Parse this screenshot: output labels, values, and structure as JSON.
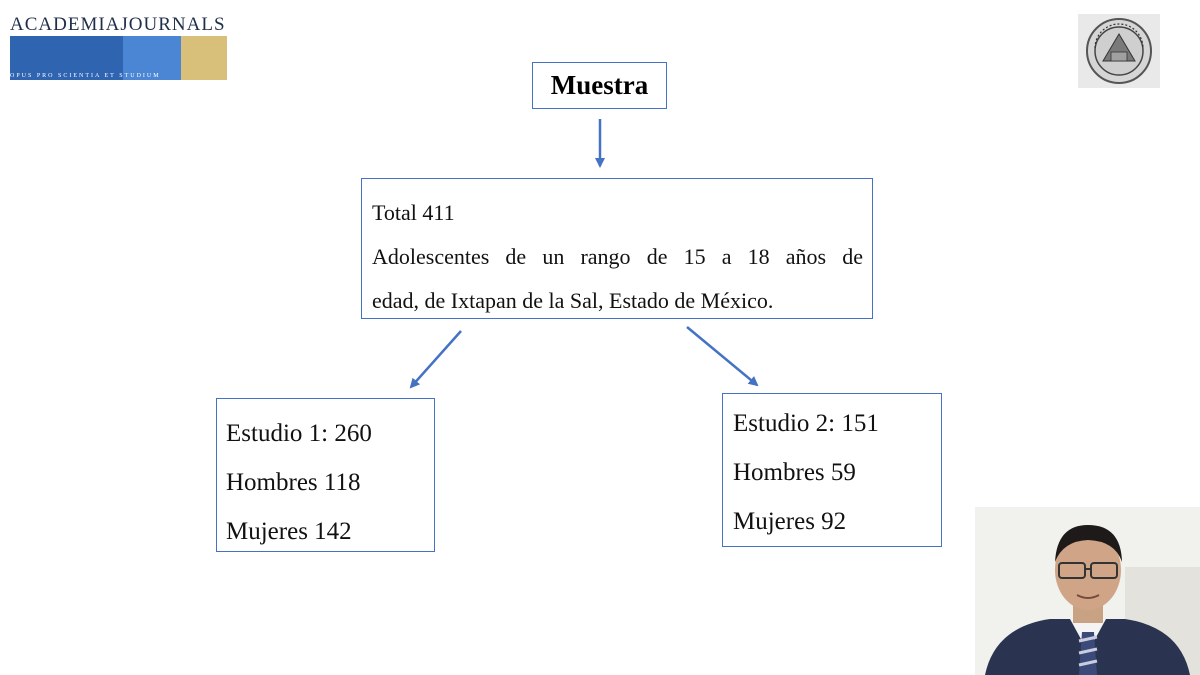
{
  "logo": {
    "name": "ACADEMIAJOURNALS",
    "tagline": "OPUS PRO SCIENTIA ET STUDIUM",
    "colors": [
      "#2f64b0",
      "#4a86d3",
      "#d8c07a"
    ]
  },
  "seal": {
    "icon": "university-seal-icon"
  },
  "diagram": {
    "root": "Muestra",
    "total_box": {
      "line1": "Total 411",
      "line2": "Adolescentes de un rango de 15 a 18 años de",
      "line3": "edad, de Ixtapan de la Sal, Estado de México."
    },
    "study1": {
      "title": "Estudio 1: 260",
      "men": "Hombres 118",
      "women": "Mujeres 142"
    },
    "study2": {
      "title": "Estudio 2: 151",
      "men": "Hombres 59",
      "women": "Mujeres 92"
    },
    "colors": {
      "border": "#4472c4",
      "arrow": "#4472c4"
    }
  },
  "webcam": {
    "icon": "presenter-webcam-icon"
  }
}
